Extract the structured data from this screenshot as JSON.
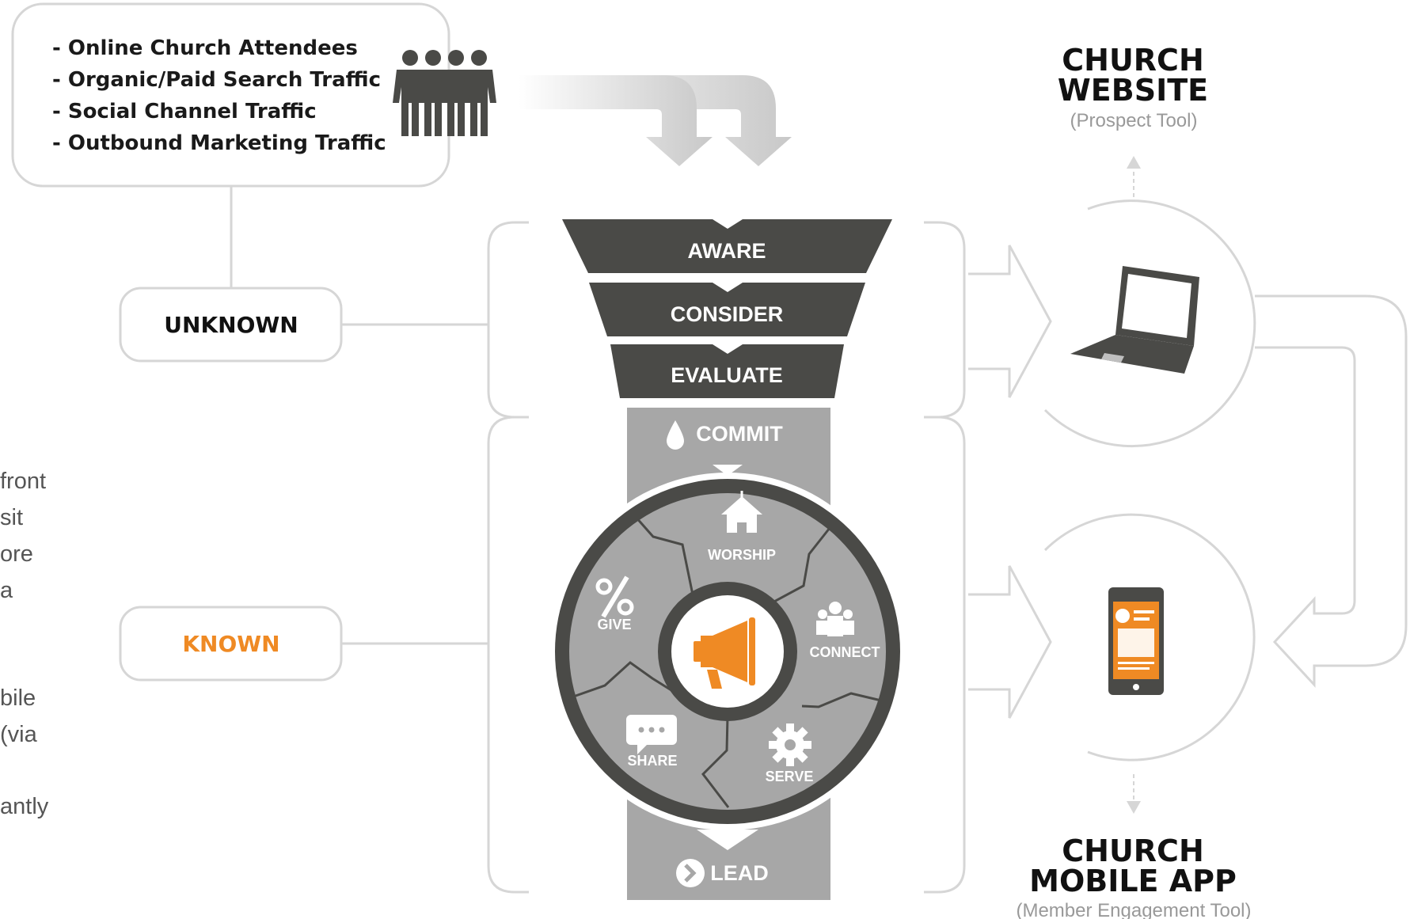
{
  "sources": {
    "items": [
      "- Online Church Attendees",
      "- Organic/Paid Search Traffic",
      "- Social Channel Traffic",
      "- Outbound Marketing Traffic"
    ]
  },
  "segments": {
    "unknown": "UNKNOWN",
    "known": "KNOWN"
  },
  "funnel": {
    "stages": [
      "AWARE",
      "CONSIDER",
      "EVALUATE",
      "COMMIT"
    ],
    "wheel": [
      "WORSHIP",
      "CONNECT",
      "SERVE",
      "SHARE",
      "GIVE"
    ],
    "lead": "LEAD"
  },
  "tools": {
    "website": {
      "title_line1": "CHURCH",
      "title_line2": "WEBSITE",
      "subtitle": "(Prospect Tool)"
    },
    "app": {
      "title_line1": "CHURCH",
      "title_line2": "MOBILE APP",
      "subtitle": "(Member Engagement Tool)"
    }
  },
  "side_text": [
    "front",
    "sit",
    "ore",
    "a",
    "bile",
    "(via",
    "antly"
  ],
  "colors": {
    "dark": "#4a4a47",
    "mid_gray": "#a7a7a7",
    "line_gray": "#d6d6d6",
    "accent": "#ef8a24"
  },
  "icons": [
    "people-group-icon",
    "flow-arrow-icon",
    "drop-icon",
    "house-icon",
    "people-icon",
    "gear-icon",
    "chat-icon",
    "percent-icon",
    "megaphone-icon",
    "chevron-circle-icon",
    "laptop-icon",
    "phone-icon"
  ]
}
